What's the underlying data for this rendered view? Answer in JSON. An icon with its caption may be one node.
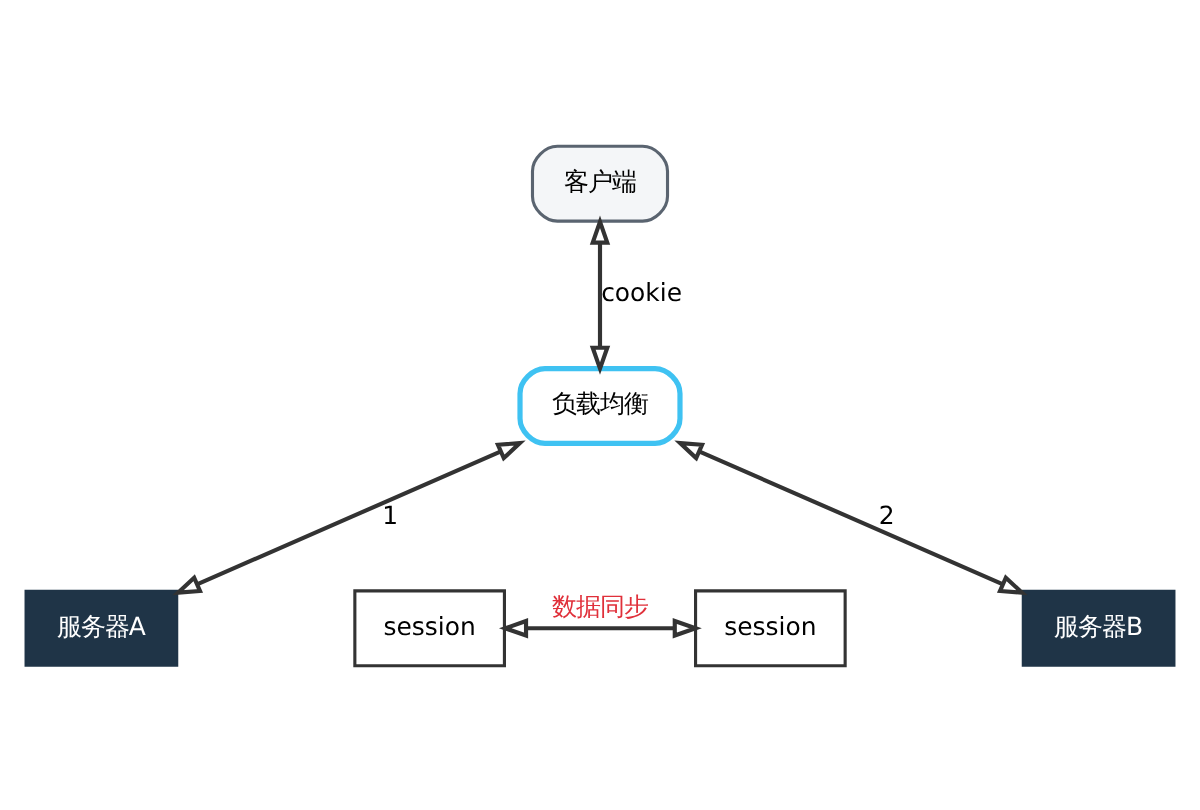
{
  "diagram": {
    "nodes": [
      {
        "text": [
          "客户端"
        ]
      },
      {
        "text": [
          "负载均衡"
        ]
      },
      {
        "text": [
          "服务器A"
        ]
      },
      {
        "text": [
          "服务器B"
        ]
      },
      {
        "text": [
          "session"
        ]
      },
      {
        "text": [
          "session"
        ]
      }
    ],
    "edges": [
      {
        "from": 0,
        "to": 1,
        "arrow": "both",
        "label": "cookie"
      },
      {
        "from": 1,
        "to": 2,
        "arrow": "both",
        "label": "1"
      },
      {
        "from": 1,
        "to": 3,
        "arrow": "both",
        "label": "2"
      },
      {
        "from": 4,
        "to": 5,
        "arrow": "both",
        "label": "数据同步"
      }
    ]
  }
}
